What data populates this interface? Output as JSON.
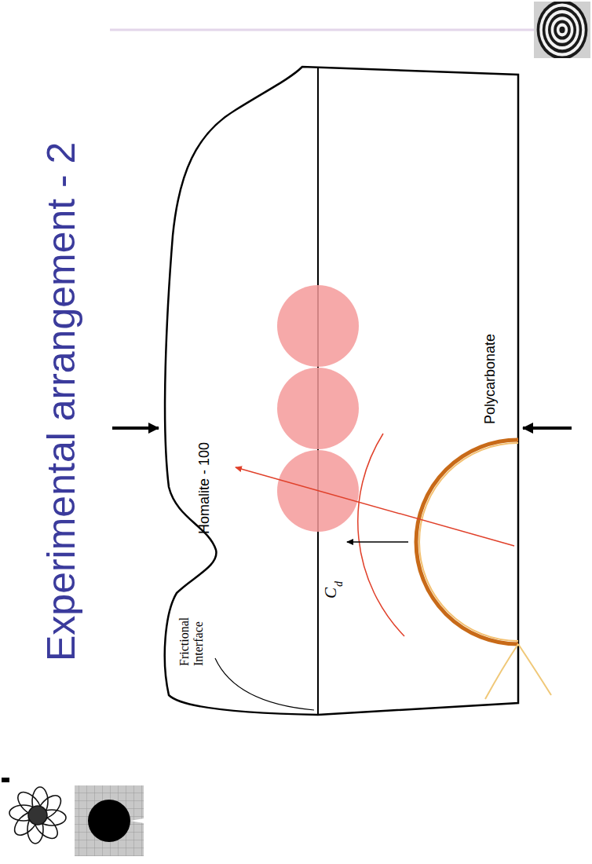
{
  "diagram": {
    "title": "Experimental arrangement - 2",
    "nodes": [
      {
        "text": [
          "Homalite - 100"
        ]
      },
      {
        "text": [
          "Polycarbonate"
        ]
      }
    ],
    "labels": [
      "Frictional Interface",
      "C",
      "d"
    ]
  }
}
